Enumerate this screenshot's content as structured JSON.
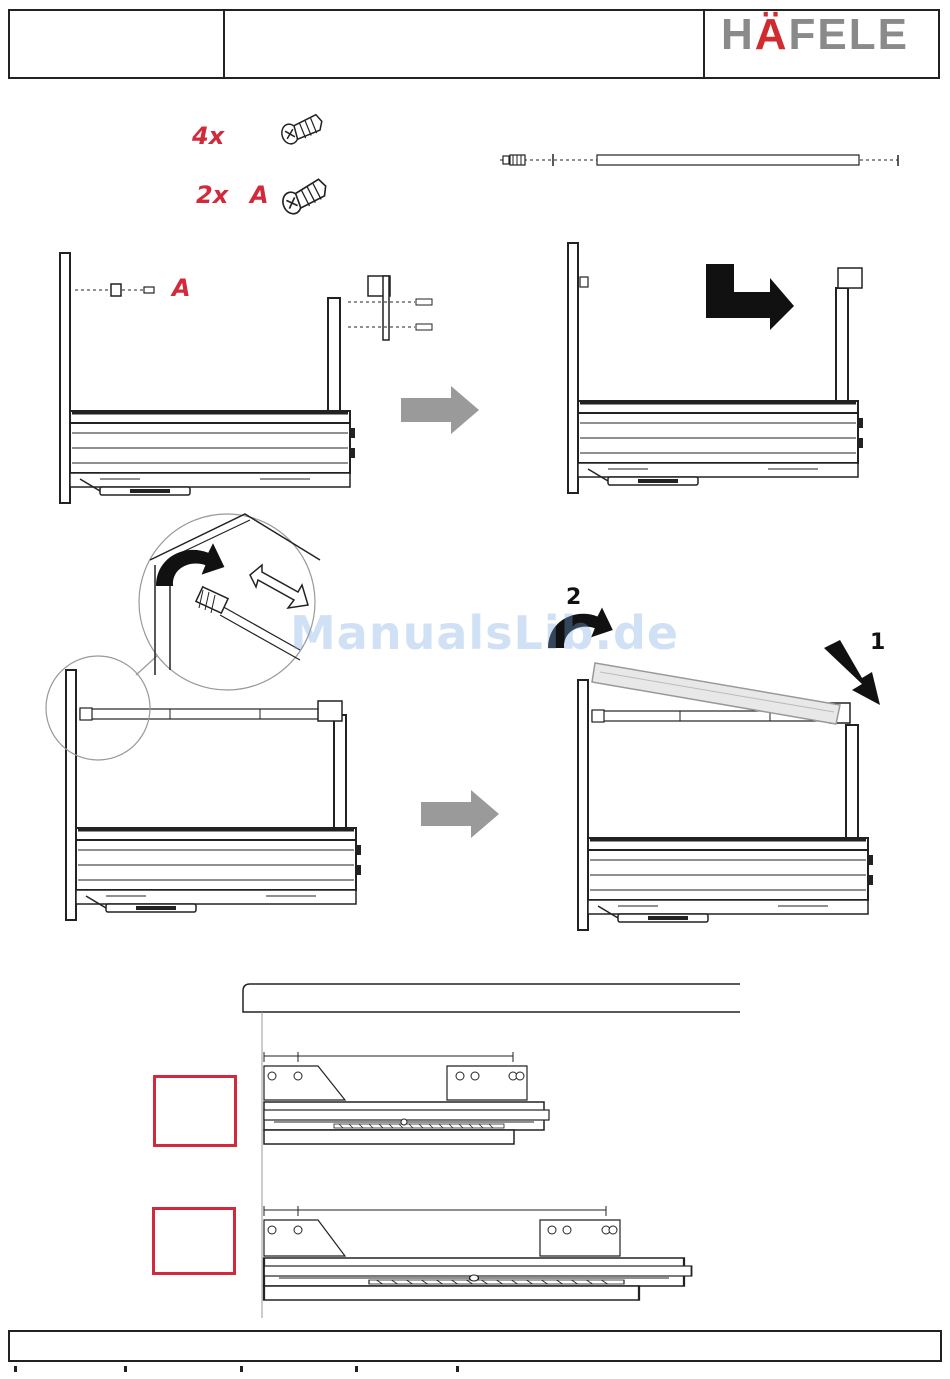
{
  "header": {
    "logo_prefix": "H",
    "logo_umlaut": "Ä",
    "logo_suffix": "FELE"
  },
  "parts": {
    "screw_count": "4x",
    "screw_a_count": "2x",
    "screw_a_letter": "A"
  },
  "steps": {
    "step1_label": "A",
    "step3_label_2": "2",
    "step3_label_1": "1"
  },
  "watermark": "ManualsLib.de",
  "colors": {
    "accent_red": "#d12a3a",
    "arrow_gray": "#9a9a9a",
    "line": "#222222"
  }
}
